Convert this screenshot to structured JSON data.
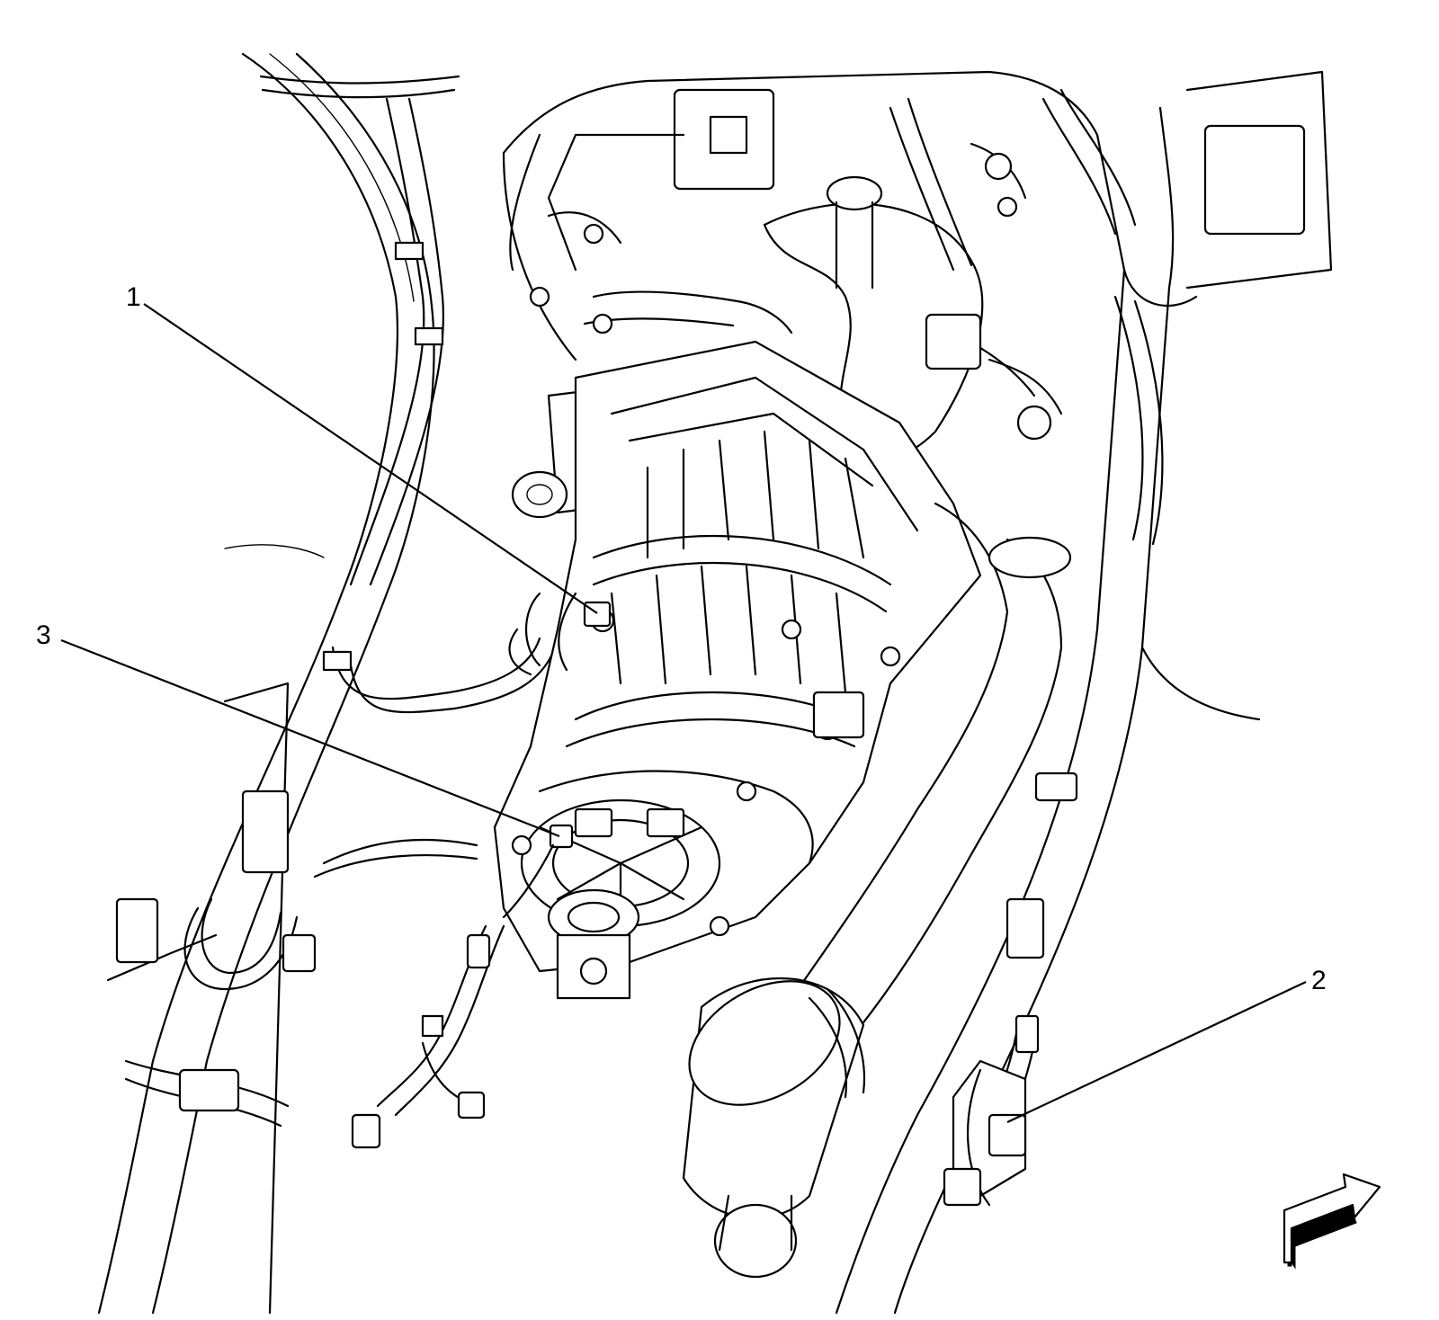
{
  "callouts": [
    {
      "id": "1",
      "label": "1"
    },
    {
      "id": "2",
      "label": "2"
    },
    {
      "id": "3",
      "label": "3"
    }
  ],
  "icons": {
    "direction_arrow": "forward-direction-arrow-icon"
  },
  "colors": {
    "line": "#000000",
    "background": "#ffffff"
  }
}
